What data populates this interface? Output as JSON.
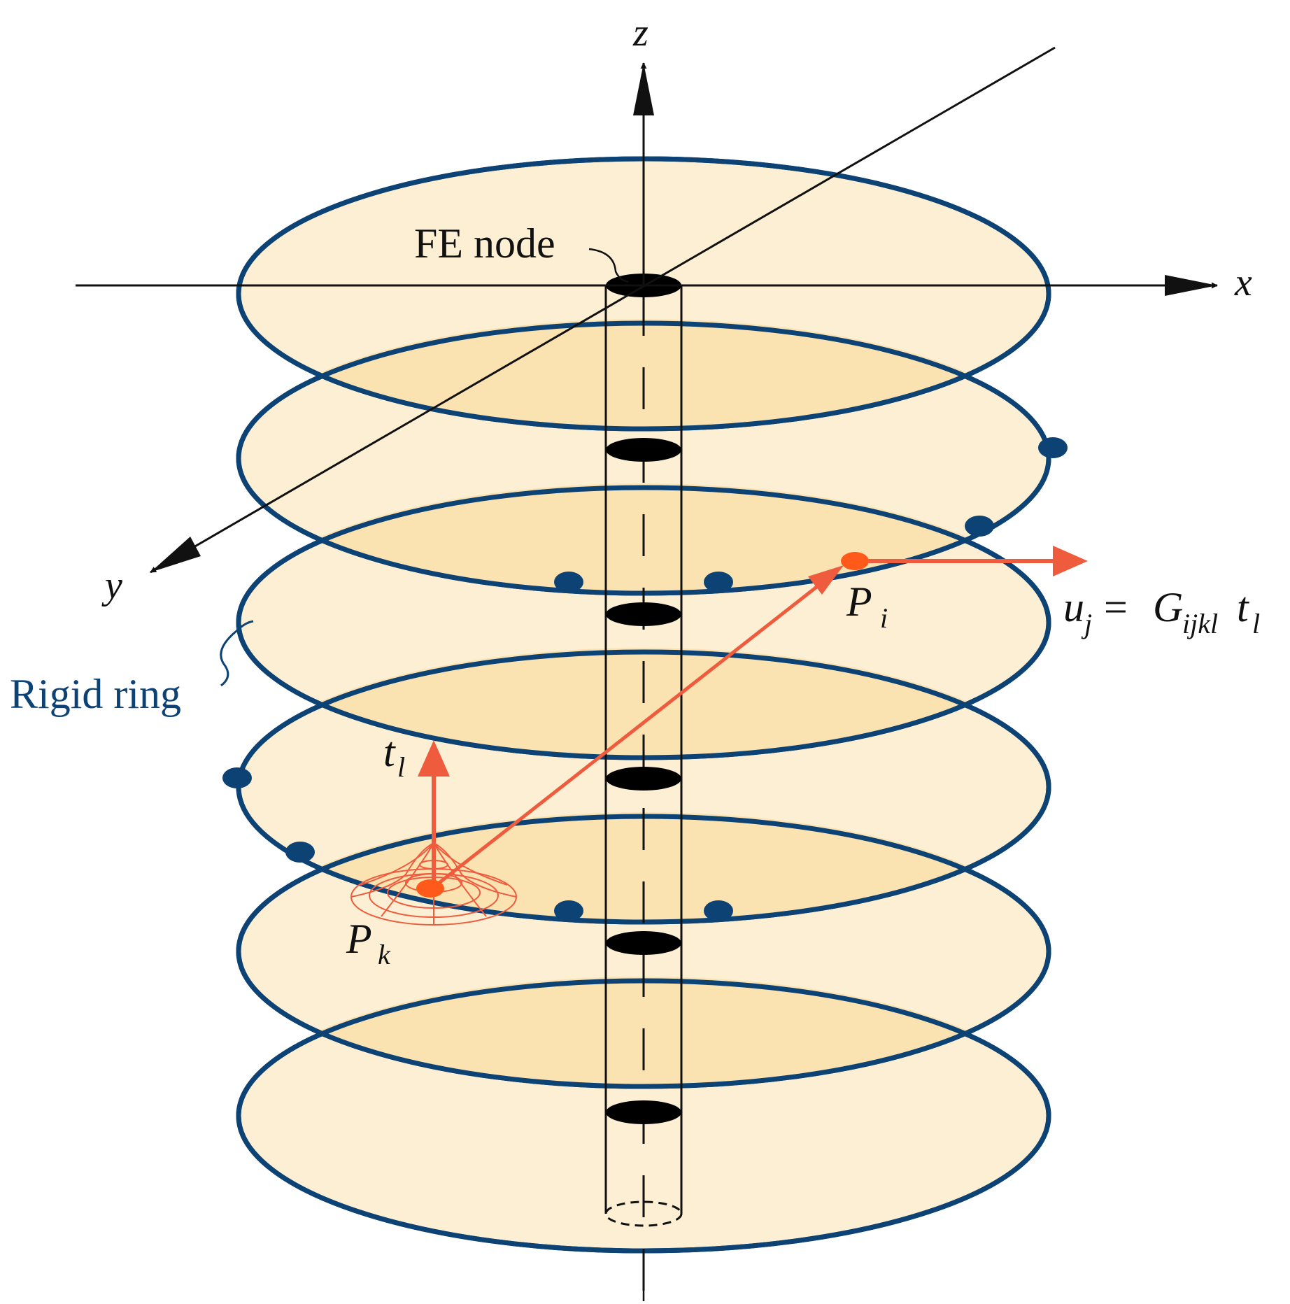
{
  "colors": {
    "disk_fill": "#FDEFD3",
    "disk_inner_fill": "#FBE2B1",
    "ring_stroke": "#0D4275",
    "node_dot": "#0D4275",
    "axis": "#111111",
    "force": "#EE5B3D",
    "fe_node": "#000000"
  },
  "axes": {
    "x_label": "x",
    "y_label": "y",
    "z_label": "z"
  },
  "labels": {
    "fe_node": "FE node",
    "rigid_ring": "Rigid ring",
    "pk_main": "P",
    "pk_sub": "k",
    "pi_main": "P",
    "pi_sub": "i",
    "tl_main": "t",
    "tl_sub": "l",
    "eq_u": "u",
    "eq_u_sub": "j",
    "eq_equals": "=",
    "eq_g": "G",
    "eq_g_sub": "ijkl",
    "eq_t": "t",
    "eq_t_sub": "l"
  },
  "icons": {
    "load_distribution": "cone-mesh-icon"
  }
}
